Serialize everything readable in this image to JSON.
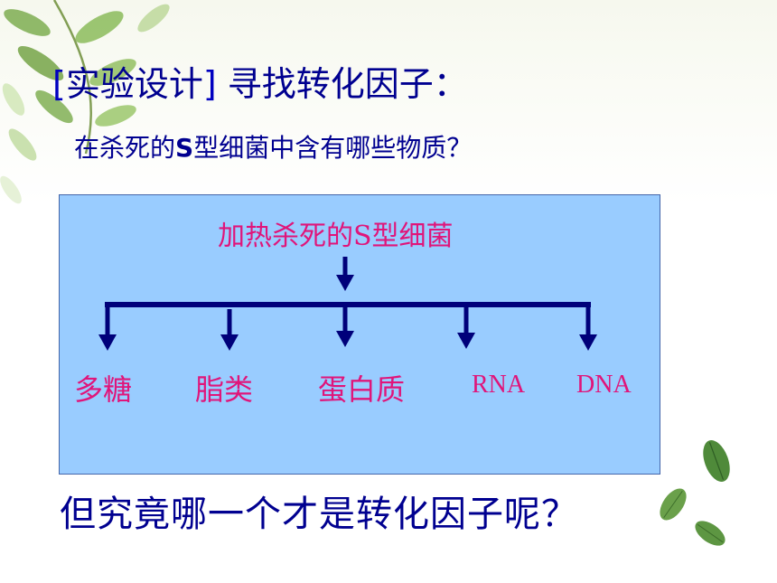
{
  "slide": {
    "title_open": "[",
    "title_label": "实验设计",
    "title_close": "]",
    "title_text": "寻找转化因子：",
    "subtitle_pre": "在杀死的",
    "subtitle_s": "S",
    "subtitle_post": "型细菌中含有哪些物质？",
    "diagram": {
      "root": "加热杀死的S型细菌",
      "children": [
        "多糖",
        "脂类",
        "蛋白质",
        "RNA",
        "DNA"
      ]
    },
    "question": "但究竟哪一个才是转化因子呢？"
  },
  "colors": {
    "heading": "#000090",
    "diagram_text": "#e0157a",
    "box_fill": "#99ccff",
    "arrow": "#00007a"
  }
}
